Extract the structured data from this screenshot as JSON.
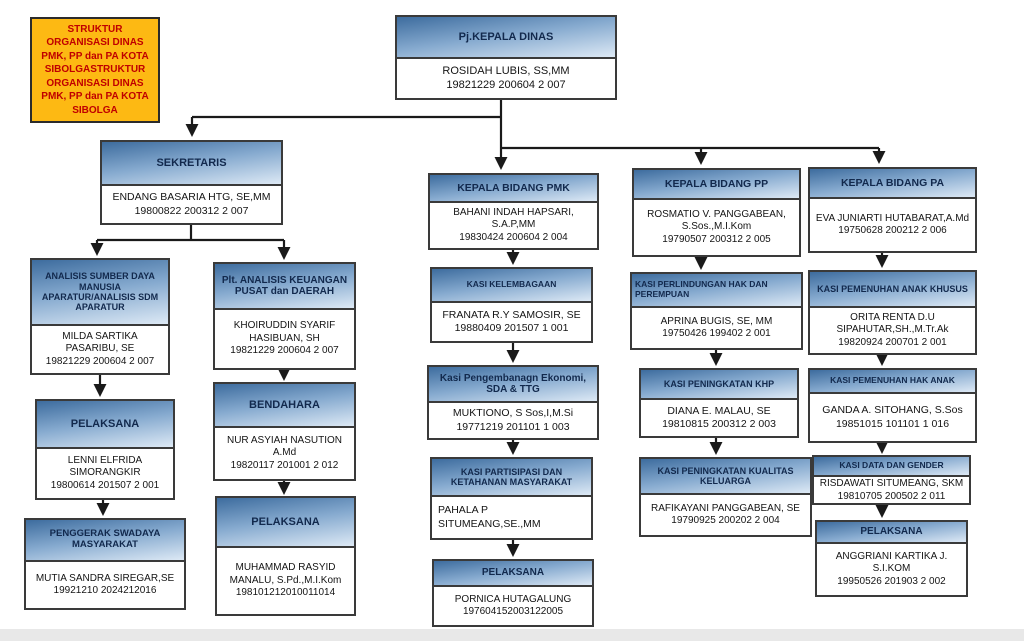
{
  "legend": {
    "text": "STRUKTUR ORGANISASI DINAS PMK, PP dan PA KOTA SIBOLGASTRUKTUR ORGANISASI DINAS PMK, PP dan PA KOTA SIBOLGA",
    "bg_color": "#fdb913",
    "text_color": "#c00000"
  },
  "colors": {
    "header_gradient_top": "#3d6c9e",
    "header_gradient_bottom": "#dde9f5",
    "box_border": "#3a3a3a",
    "connector_line": "#1a1a1a",
    "header_text": "#12294d",
    "body_text": "#141414"
  },
  "nodes": {
    "kepala_dinas": {
      "title": "Pj.KEPALA DINAS",
      "name": "ROSIDAH LUBIS, SS,MM",
      "nip": "19821229 200604 2 007"
    },
    "sekretaris": {
      "title": "SEKRETARIS",
      "name": "ENDANG BASARIA HTG, SE,MM",
      "nip": "19800822 200312 2 007"
    },
    "analis_sdm": {
      "title": "ANALISIS SUMBER DAYA MANUSIA APARATUR/ANALISIS SDM APARATUR",
      "name": "MILDA SARTIKA PASARIBU, SE",
      "nip": "19821229 200604 2 007"
    },
    "pelaksana_1": {
      "title": "PELAKSANA",
      "name": "LENNI ELFRIDA SIMORANGKIR",
      "nip": "19800614 201507 2 001"
    },
    "penggerak": {
      "title": "PENGGERAK SWADAYA MASYARAKAT",
      "name": "MUTIA SANDRA SIREGAR,SE",
      "nip": "19921210 2024212016"
    },
    "analis_keuangan": {
      "title": "Plt. ANALISIS KEUANGAN PUSAT dan DAERAH",
      "name": "KHOIRUDDIN SYARIF HASIBUAN, SH",
      "nip": "19821229 200604 2 007"
    },
    "bendahara": {
      "title": "BENDAHARA",
      "name": "NUR ASYIAH NASUTION A.Md",
      "nip": "19820117 201001 2 012"
    },
    "pelaksana_2": {
      "title": "PELAKSANA",
      "name": "MUHAMMAD RASYID MANALU, S.Pd.,M.I.Kom",
      "nip": "198101212010011014"
    },
    "kabid_pmk": {
      "title": "KEPALA BIDANG PMK",
      "name": "BAHANI INDAH HAPSARI, S.A.P,MM",
      "nip": "19830424 200604 2 004"
    },
    "kasi_kelembagaan": {
      "title": "KASI KELEMBAGAAN",
      "name": "FRANATA R.Y SAMOSIR, SE",
      "nip": "19880409 201507 1 001"
    },
    "kasi_ekonomi": {
      "title": "Kasi Pengembanagn Ekonomi, SDA & TTG",
      "name": "MUKTIONO, S Sos,I,M.Si",
      "nip": "19771219 201101 1 003"
    },
    "kasi_partisipasi": {
      "title": "KASI PARTISIPASI DAN KETAHANAN MASYARAKAT",
      "name": "PAHALA P SITUMEANG,SE.,MM"
    },
    "pelaksana_3": {
      "title": "PELAKSANA",
      "name": "PORNICA HUTAGALUNG",
      "nip": "197604152003122005"
    },
    "kabid_pp": {
      "title": "KEPALA BIDANG PP",
      "name": "ROSMATIO V. PANGGABEAN, S.Sos.,M.I.Kom",
      "nip": "19790507 200312 2 005"
    },
    "kasi_perlindungan": {
      "title": "KASI PERLINDUNGAN HAK DAN PEREMPUAN",
      "name": "APRINA BUGIS, SE, MM",
      "nip": "19750426 199402 2 001"
    },
    "kasi_khp": {
      "title": "KASI PENINGKATAN KHP",
      "name": "DIANA E. MALAU, SE",
      "nip": "19810815 200312 2 003"
    },
    "kasi_kualitas": {
      "title": "KASI PENINGKATAN KUALITAS KELUARGA",
      "name": "RAFIKAYANI PANGGABEAN, SE",
      "nip": "19790925 200202 2 004"
    },
    "kabid_pa": {
      "title": "KEPALA BIDANG PA",
      "name": "EVA JUNIARTI HUTABARAT,A.Md",
      "nip": "19750628 200212 2 006"
    },
    "kasi_anak_khusus": {
      "title": "KASI PEMENUHAN ANAK KHUSUS",
      "name": "ORITA RENTA D.U SIPAHUTAR,SH.,M.Tr.Ak",
      "nip": "19820924 200701 2 001"
    },
    "kasi_hak_anak": {
      "title": "KASI PEMENUHAN HAK ANAK",
      "name": "GANDA A. SITOHANG, S.Sos",
      "nip": "19851015 101101 1 016"
    },
    "kasi_data_gender": {
      "title": "KASI DATA DAN GENDER",
      "name": "RISDAWATI SITUMEANG, SKM",
      "nip": "19810705 200502 2 011"
    },
    "pelaksana_4": {
      "title": "PELAKSANA",
      "name": "ANGGRIANI KARTIKA J. S.I.KOM",
      "nip": "19950526 201903 2 002"
    }
  }
}
